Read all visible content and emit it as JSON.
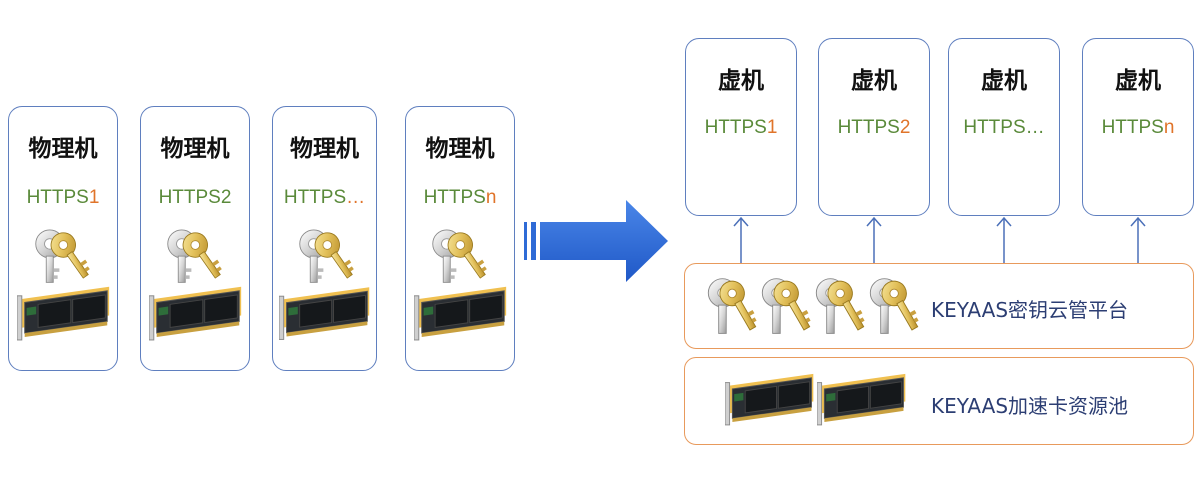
{
  "physical_machines": [
    {
      "title": "物理机",
      "https_prefix": "HTTPS",
      "https_suffix": "1"
    },
    {
      "title": "物理机",
      "https_prefix": "HTTPS",
      "https_suffix": "2"
    },
    {
      "title": "物理机",
      "https_prefix": "HTTPS",
      "https_suffix": "…"
    },
    {
      "title": "物理机",
      "https_prefix": "HTTPS",
      "https_suffix": "n"
    }
  ],
  "virtual_machines": [
    {
      "title": "虚机",
      "https_prefix": "HTTPS",
      "https_suffix": "1"
    },
    {
      "title": "虚机",
      "https_prefix": "HTTPS",
      "https_suffix": "2"
    },
    {
      "title": "虚机",
      "https_prefix": "HTTPS",
      "https_suffix": "…"
    },
    {
      "title": "虚机",
      "https_prefix": "HTTPS",
      "https_suffix": "n"
    }
  ],
  "key_platform": {
    "label": "KEYAAS密钥云管平台"
  },
  "card_pool": {
    "label": "KEYAAS加速卡资源池"
  },
  "colors": {
    "box_border": "#5f7fbf",
    "orange_border": "#e89a5c",
    "arrow": "#2f6bd6",
    "https_green": "#5a8a3a",
    "accent_orange": "#e0742a"
  }
}
